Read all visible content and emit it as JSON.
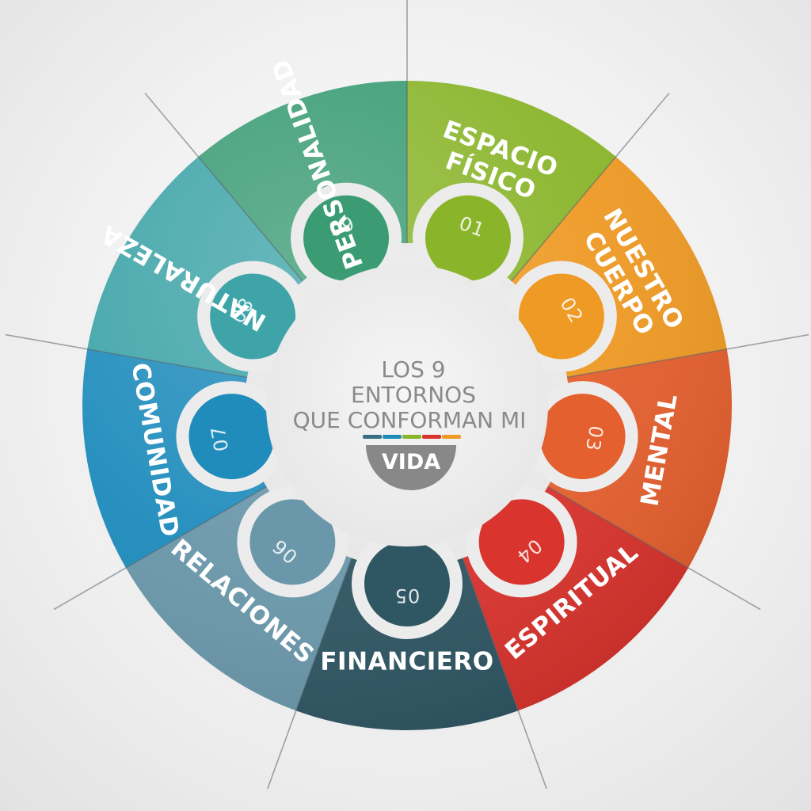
{
  "center": {
    "title_lines": [
      "LOS 9",
      "ENTORNOS",
      "QUE CONFORMAN MI"
    ],
    "highlight": "VIDA",
    "text_color": "#8a8a8a",
    "badge_color": "#888888"
  },
  "segments": [
    {
      "number": "01",
      "label_lines": [
        "ESPACIO",
        "FÍSICO"
      ],
      "color": "#8ab52b",
      "icon": "",
      "start_deg": 0
    },
    {
      "number": "02",
      "label_lines": [
        "NUESTRO",
        "CUERPO"
      ],
      "color": "#ee9a25",
      "icon": "",
      "start_deg": 40
    },
    {
      "number": "03",
      "label_lines": [
        "MENTAL"
      ],
      "color": "#e4602f",
      "icon": "",
      "start_deg": 80
    },
    {
      "number": "04",
      "label_lines": [
        "ESPIRITUAL"
      ],
      "color": "#d9342e",
      "icon": "",
      "start_deg": 120
    },
    {
      "number": "05",
      "label_lines": [
        "FINANCIERO"
      ],
      "color": "#2f5663",
      "icon": "",
      "start_deg": 160
    },
    {
      "number": "06",
      "label_lines": [
        "RELACIONES"
      ],
      "color": "#6a97aa",
      "icon": "",
      "start_deg": 200
    },
    {
      "number": "07",
      "label_lines": [
        "COMUNIDAD"
      ],
      "color": "#1f8cbc",
      "icon": "",
      "start_deg": 240
    },
    {
      "number": "08",
      "label_lines": [
        "NATURALEZA"
      ],
      "color": "#3ea4a8",
      "icon": "",
      "start_deg": 280
    },
    {
      "number": "09",
      "label_lines": [
        "PERSONALIDAD"
      ],
      "color": "#3b9c74",
      "icon": "",
      "start_deg": 320
    }
  ],
  "stripe_colors": [
    "#3b6f82",
    "#1f8cbc",
    "#8ab52b",
    "#d9342e",
    "#ee9a25"
  ]
}
